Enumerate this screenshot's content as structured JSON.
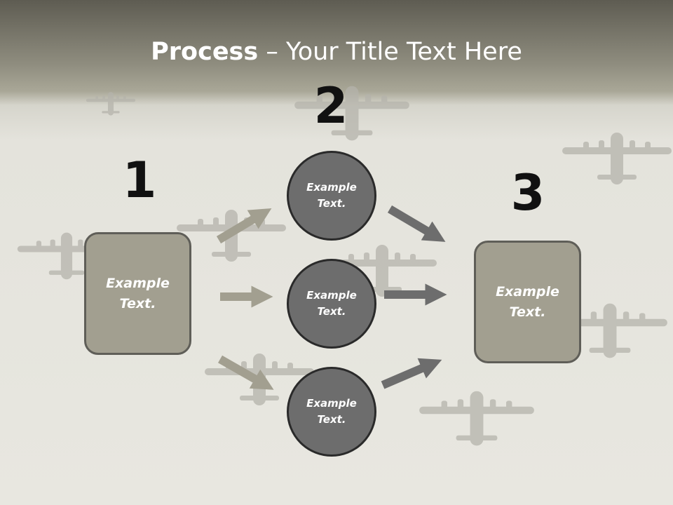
{
  "title": {
    "bold": "Process",
    "rest": " – Your Title Text Here"
  },
  "steps": {
    "one": "1",
    "two": "2",
    "three": "3"
  },
  "boxes": {
    "left": "Example Text.",
    "right": "Example Text."
  },
  "circles": {
    "top": "Example Text.",
    "middle": "Example Text.",
    "bottom": "Example Text."
  },
  "colors": {
    "box_fill": "#a29f90",
    "circle_fill": "#6d6d6d",
    "left_arrows": "#a29f90",
    "right_arrows": "#6d6d6d"
  }
}
